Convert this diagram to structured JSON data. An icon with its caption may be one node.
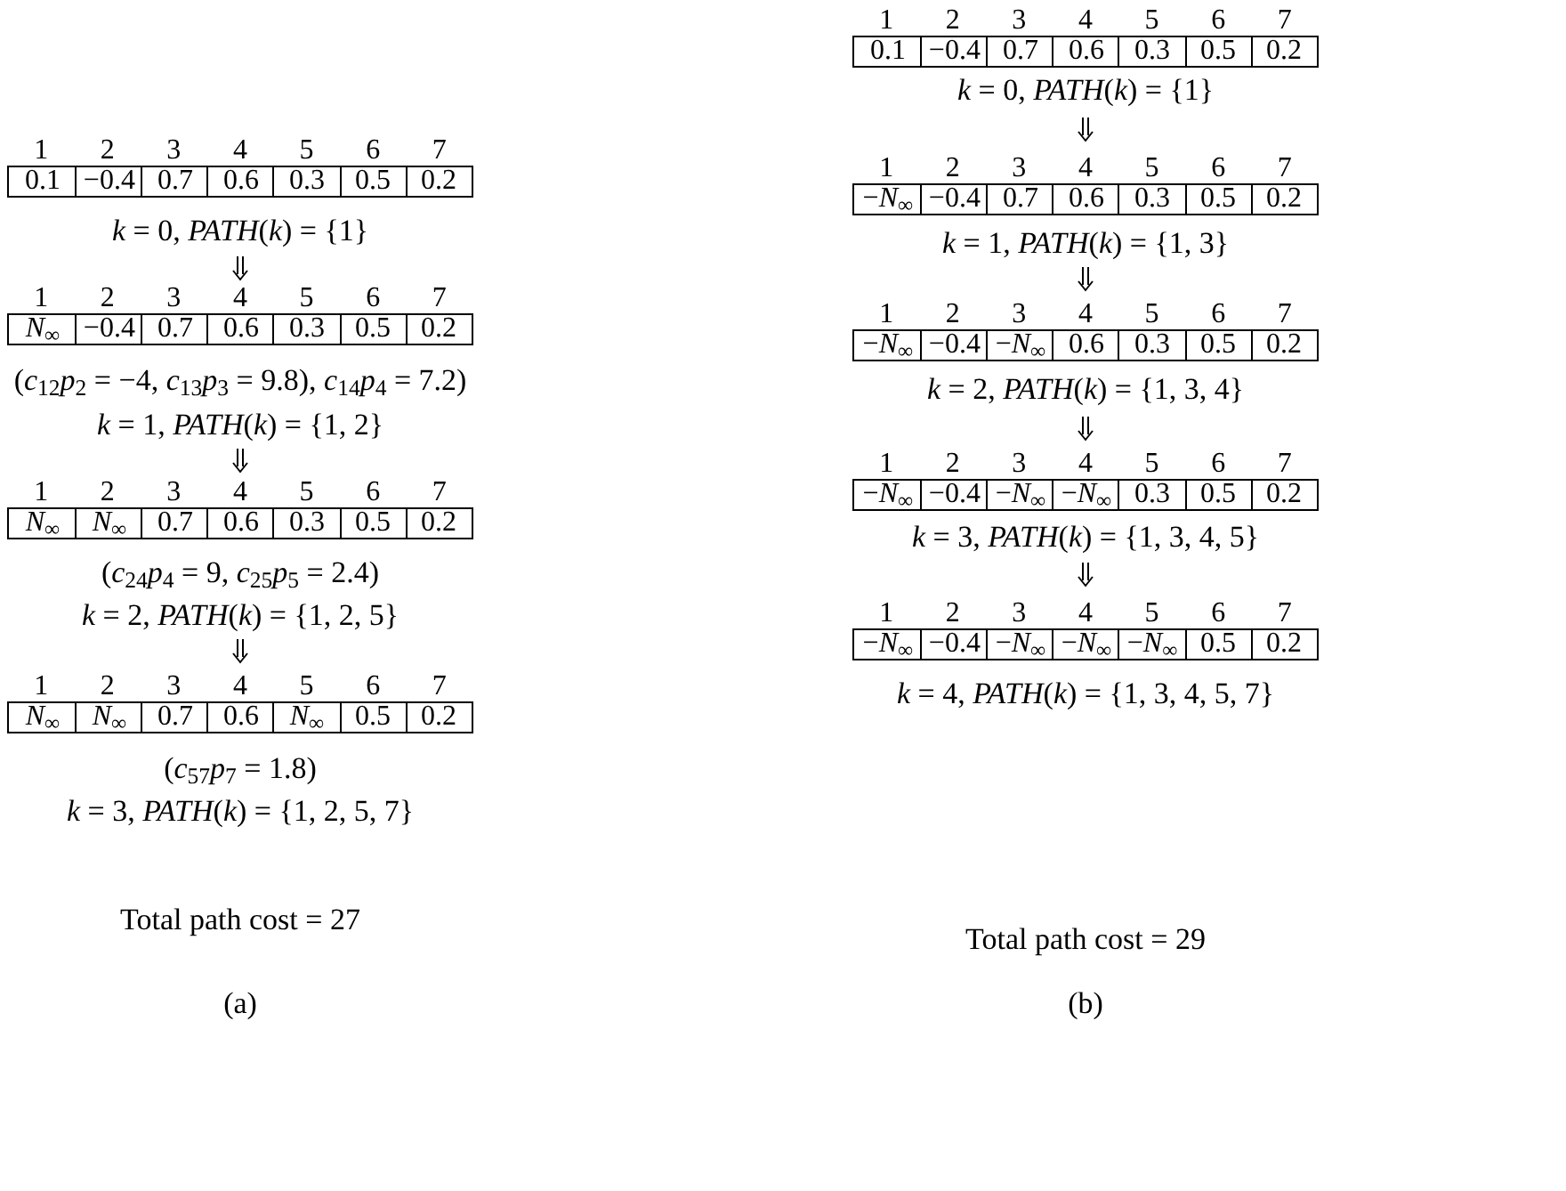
{
  "diagram": {
    "labels": [
      "1",
      "2",
      "3",
      "4",
      "5",
      "6",
      "7",
      "0.1",
      "−0.4",
      "0.7",
      "0.6",
      "0.3",
      "0.5",
      "0.2",
      "*k* = 0, *PATH*(*k*) = {1}",
      "1",
      "2",
      "3",
      "4",
      "5",
      "6",
      "7",
      "*N*$_{∞}$",
      "−0.4",
      "0.7",
      "0.6",
      "0.3",
      "0.5",
      "0.2",
      "(*c*$_{12}$*p*$_{2}$ = −4, *c*$_{13}$*p*$_{3}$ = 9.8), *c*$_{14}$*p*$_{4}$ = 7.2)",
      "*k* = 1, *PATH*(*k*) = {1, 2}",
      "1",
      "2",
      "3",
      "4",
      "5",
      "6",
      "7",
      "*N*$_{∞}$",
      "*N*$_{∞}$",
      "0.7",
      "0.6",
      "0.3",
      "0.5",
      "0.2",
      "(*c*$_{24}$*p*$_{4}$ = 9, *c*$_{25}$*p*$_{5}$ = 2.4)",
      "*k* = 2, *PATH*(*k*) = {1, 2, 5}",
      "1",
      "2",
      "3",
      "4",
      "5",
      "6",
      "7",
      "*N*$_{∞}$",
      "*N*$_{∞}$",
      "0.7",
      "0.6",
      "*N*$_{∞}$",
      "0.5",
      "0.2",
      "(*c*$_{57}$*p*$_{7}$ = 1.8)",
      "*k* = 3, *PATH*(*k*) = {1, 2, 5, 7}",
      "Total path cost = 27",
      "(a)",
      "1",
      "2",
      "3",
      "4",
      "5",
      "6",
      "7",
      "0.1",
      "−0.4",
      "0.7",
      "0.6",
      "0.3",
      "0.5",
      "0.2",
      "*k* = 0, *PATH*(*k*) = {1}",
      "1",
      "2",
      "3",
      "4",
      "5",
      "6",
      "7",
      "−*N*$_{∞}$",
      "−0.4",
      "0.7",
      "0.6",
      "0.3",
      "0.5",
      "0.2",
      "*k* = 1, *PATH*(*k*) = {1, 3}",
      "1",
      "2",
      "3",
      "4",
      "5",
      "6",
      "7",
      "−*N*$_{∞}$",
      "−0.4",
      "−*N*$_{∞}$",
      "0.6",
      "0.3",
      "0.5",
      "0.2",
      "*k* = 2, *PATH*(*k*) = {1, 3, 4}",
      "1",
      "2",
      "3",
      "4",
      "5",
      "6",
      "7",
      "−*N*$_{∞}$",
      "−0.4",
      "−*N*$_{∞}$",
      "−*N*$_{∞}$",
      "0.3",
      "0.5",
      "0.2",
      "*k* = 3, *PATH*(*k*) = {1, 3, 4, 5}",
      "1",
      "2",
      "3",
      "4",
      "5",
      "6",
      "7",
      "−*N*$_{∞}$",
      "−0.4",
      "−*N*$_{∞}$",
      "−*N*$_{∞}$",
      "−*N*$_{∞}$",
      "0.5",
      "0.2",
      "*k* = 4, *PATH*(*k*) = {1, 3, 4, 5, 7}",
      "Total path cost = 29",
      "(b)"
    ]
  }
}
